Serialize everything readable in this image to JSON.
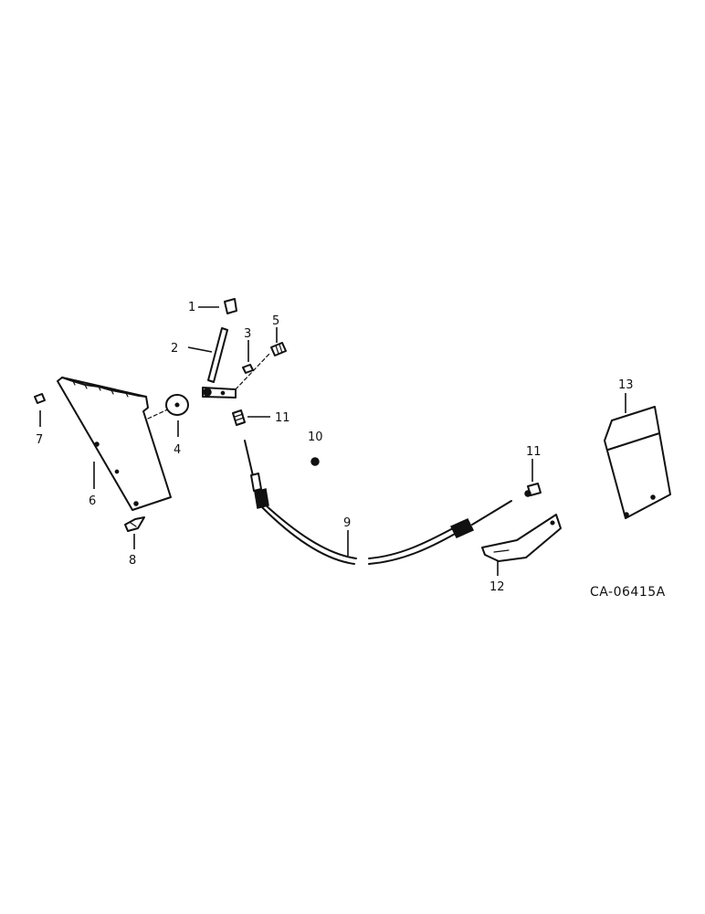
{
  "diagram": {
    "reference_code": "CA-06415A",
    "callouts": {
      "c1": "1",
      "c2": "2",
      "c3": "3",
      "c4": "4",
      "c5": "5",
      "c6": "6",
      "c7": "7",
      "c8": "8",
      "c9": "9",
      "c10": "10",
      "c11a": "11",
      "c11b": "11",
      "c12": "12",
      "c13": "13"
    }
  }
}
